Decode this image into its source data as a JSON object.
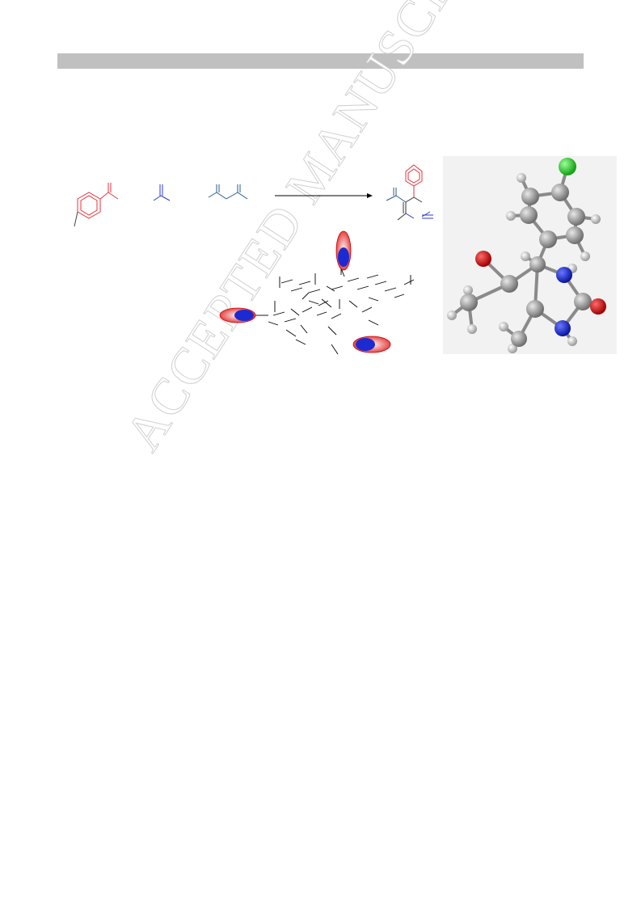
{
  "watermark": {
    "text": "ACCEPTED MANUSCRIPT"
  },
  "colors": {
    "header_bar": "#c0c0c0",
    "red_reactant": "#e8323c",
    "blue_reactant": "#2a3cc8",
    "carbon": "#8c8c8c",
    "nitrogen": "#1c2ad2",
    "oxygen": "#d40000",
    "chlorine": "#22cc22",
    "hydrogen": "#bdbdbd"
  },
  "icons": [
    "arrow-icon",
    "benzaldehyde-structure",
    "urea-structure",
    "ketoester-structure",
    "product-structure",
    "catalyst-nanoparticle",
    "ball-and-stick-molecule"
  ]
}
